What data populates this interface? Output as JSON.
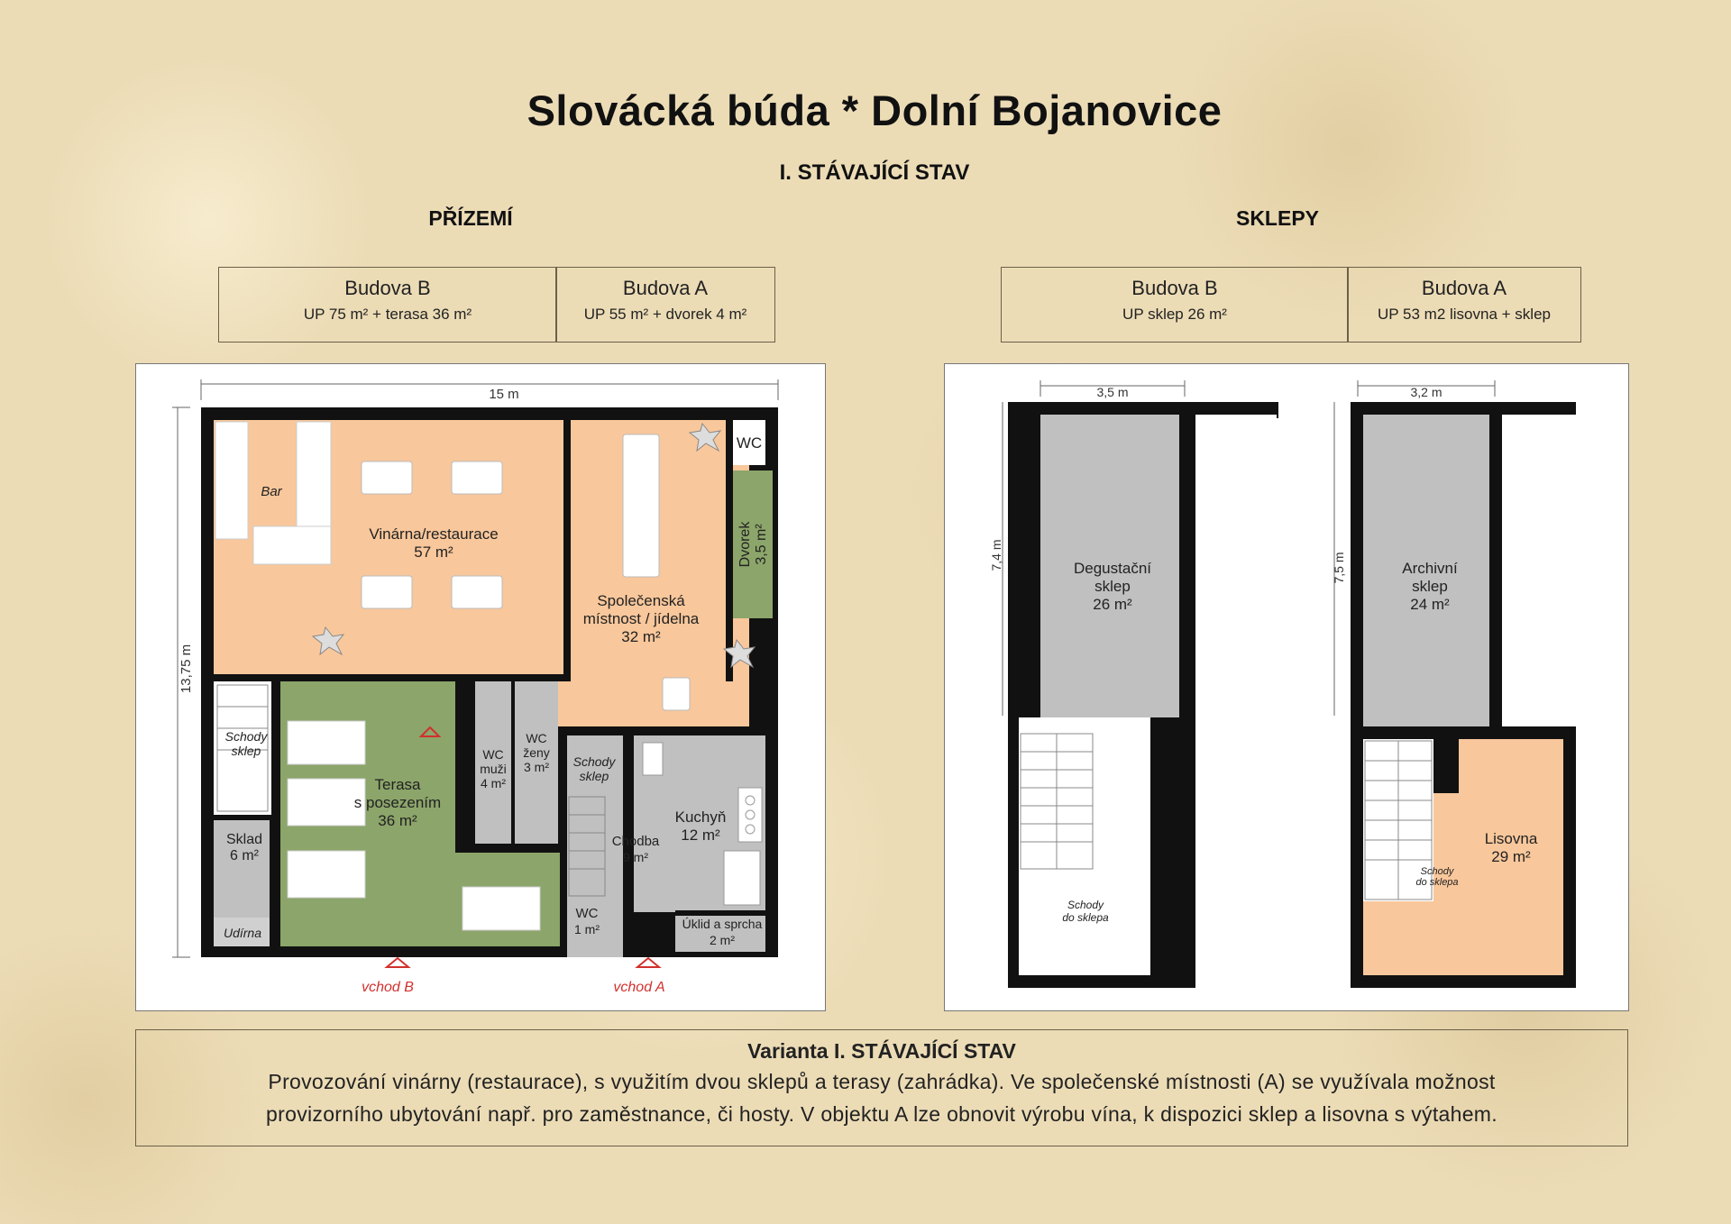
{
  "title": "Slovácká búda * Dolní Bojanovice",
  "subtitle": "I. STÁVAJÍCÍ STAV",
  "ground": {
    "heading": "PŘÍZEMÍ",
    "buildings": [
      {
        "name": "Budova B",
        "desc": "UP 75 m² + terasa 36 m²"
      },
      {
        "name": "Budova A",
        "desc": "UP 55 m² + dvorek 4 m²"
      }
    ],
    "dims": {
      "width": "15 m",
      "height": "13,75 m"
    },
    "rooms": {
      "bar": "Bar",
      "vinarna_1": "Vinárna/restaurace",
      "vinarna_2": "57 m²",
      "spol_1": "Společenská",
      "spol_2": "místnost / jídelna",
      "spol_3": "32 m²",
      "wc_top": "WC",
      "dvorek_1": "Dvorek",
      "dvorek_2": "3,5 m²",
      "schody_1": "Schody",
      "schody_2": "sklep",
      "terasa_1": "Terasa",
      "terasa_2": "s posezením",
      "terasa_3": "36 m²",
      "wcm_1": "WC",
      "wcm_2": "muži",
      "wcm_3": "4 m²",
      "wcz_1": "WC",
      "wcz_2": "ženy",
      "wcz_3": "3 m²",
      "schody2_1": "Schody",
      "schody2_2": "sklep",
      "chodba_1": "Chodba",
      "chodba_2": "9 m²",
      "kuchyn_1": "Kuchyň",
      "kuchyn_2": "12 m²",
      "sklad_1": "Sklad",
      "sklad_2": "6 m²",
      "udirna": "Udírna",
      "wc_small_1": "WC",
      "wc_small_2": "1 m²",
      "uklid_1": "Úklid a sprcha",
      "uklid_2": "2 m²"
    },
    "entrances": {
      "b": "vchod B",
      "a": "vchod A"
    }
  },
  "cellar": {
    "heading": "SKLEPY",
    "buildings": [
      {
        "name": "Budova B",
        "desc": "UP sklep 26 m²"
      },
      {
        "name": "Budova A",
        "desc": "UP 53 m2 lisovna + sklep"
      }
    ],
    "dims": {
      "b_width": "3,5 m",
      "b_height": "7,4 m",
      "a_width": "3,2 m",
      "a_height": "7,5 m"
    },
    "rooms": {
      "deg_1": "Degustační",
      "deg_2": "sklep",
      "deg_3": "26 m²",
      "arch_1": "Archivní",
      "arch_2": "sklep",
      "arch_3": "24 m²",
      "lis_1": "Lisovna",
      "lis_2": "29 m²",
      "schodyB_1": "Schody",
      "schodyB_2": "do sklepa",
      "schodyA_1": "Schody",
      "schodyA_2": "do sklepa"
    }
  },
  "description": {
    "heading": "Varianta I. STÁVAJÍCÍ STAV",
    "line1": "Provozování vinárny (restaurace), s využitím dvou sklepů a terasy (zahrádka). Ve společenské místnosti (A) se využívala možnost",
    "line2": "provizorního ubytování např. pro zaměstnance, či hosty. V objektu A lze obnovit výrobu vína, k dispozici sklep a lisovna s výtahem."
  },
  "colors": {
    "orange": "#f8c79b",
    "green": "#8ca56a",
    "gray": "#c0c0c0",
    "wall": "#111111",
    "entrance": "#d0312d"
  }
}
